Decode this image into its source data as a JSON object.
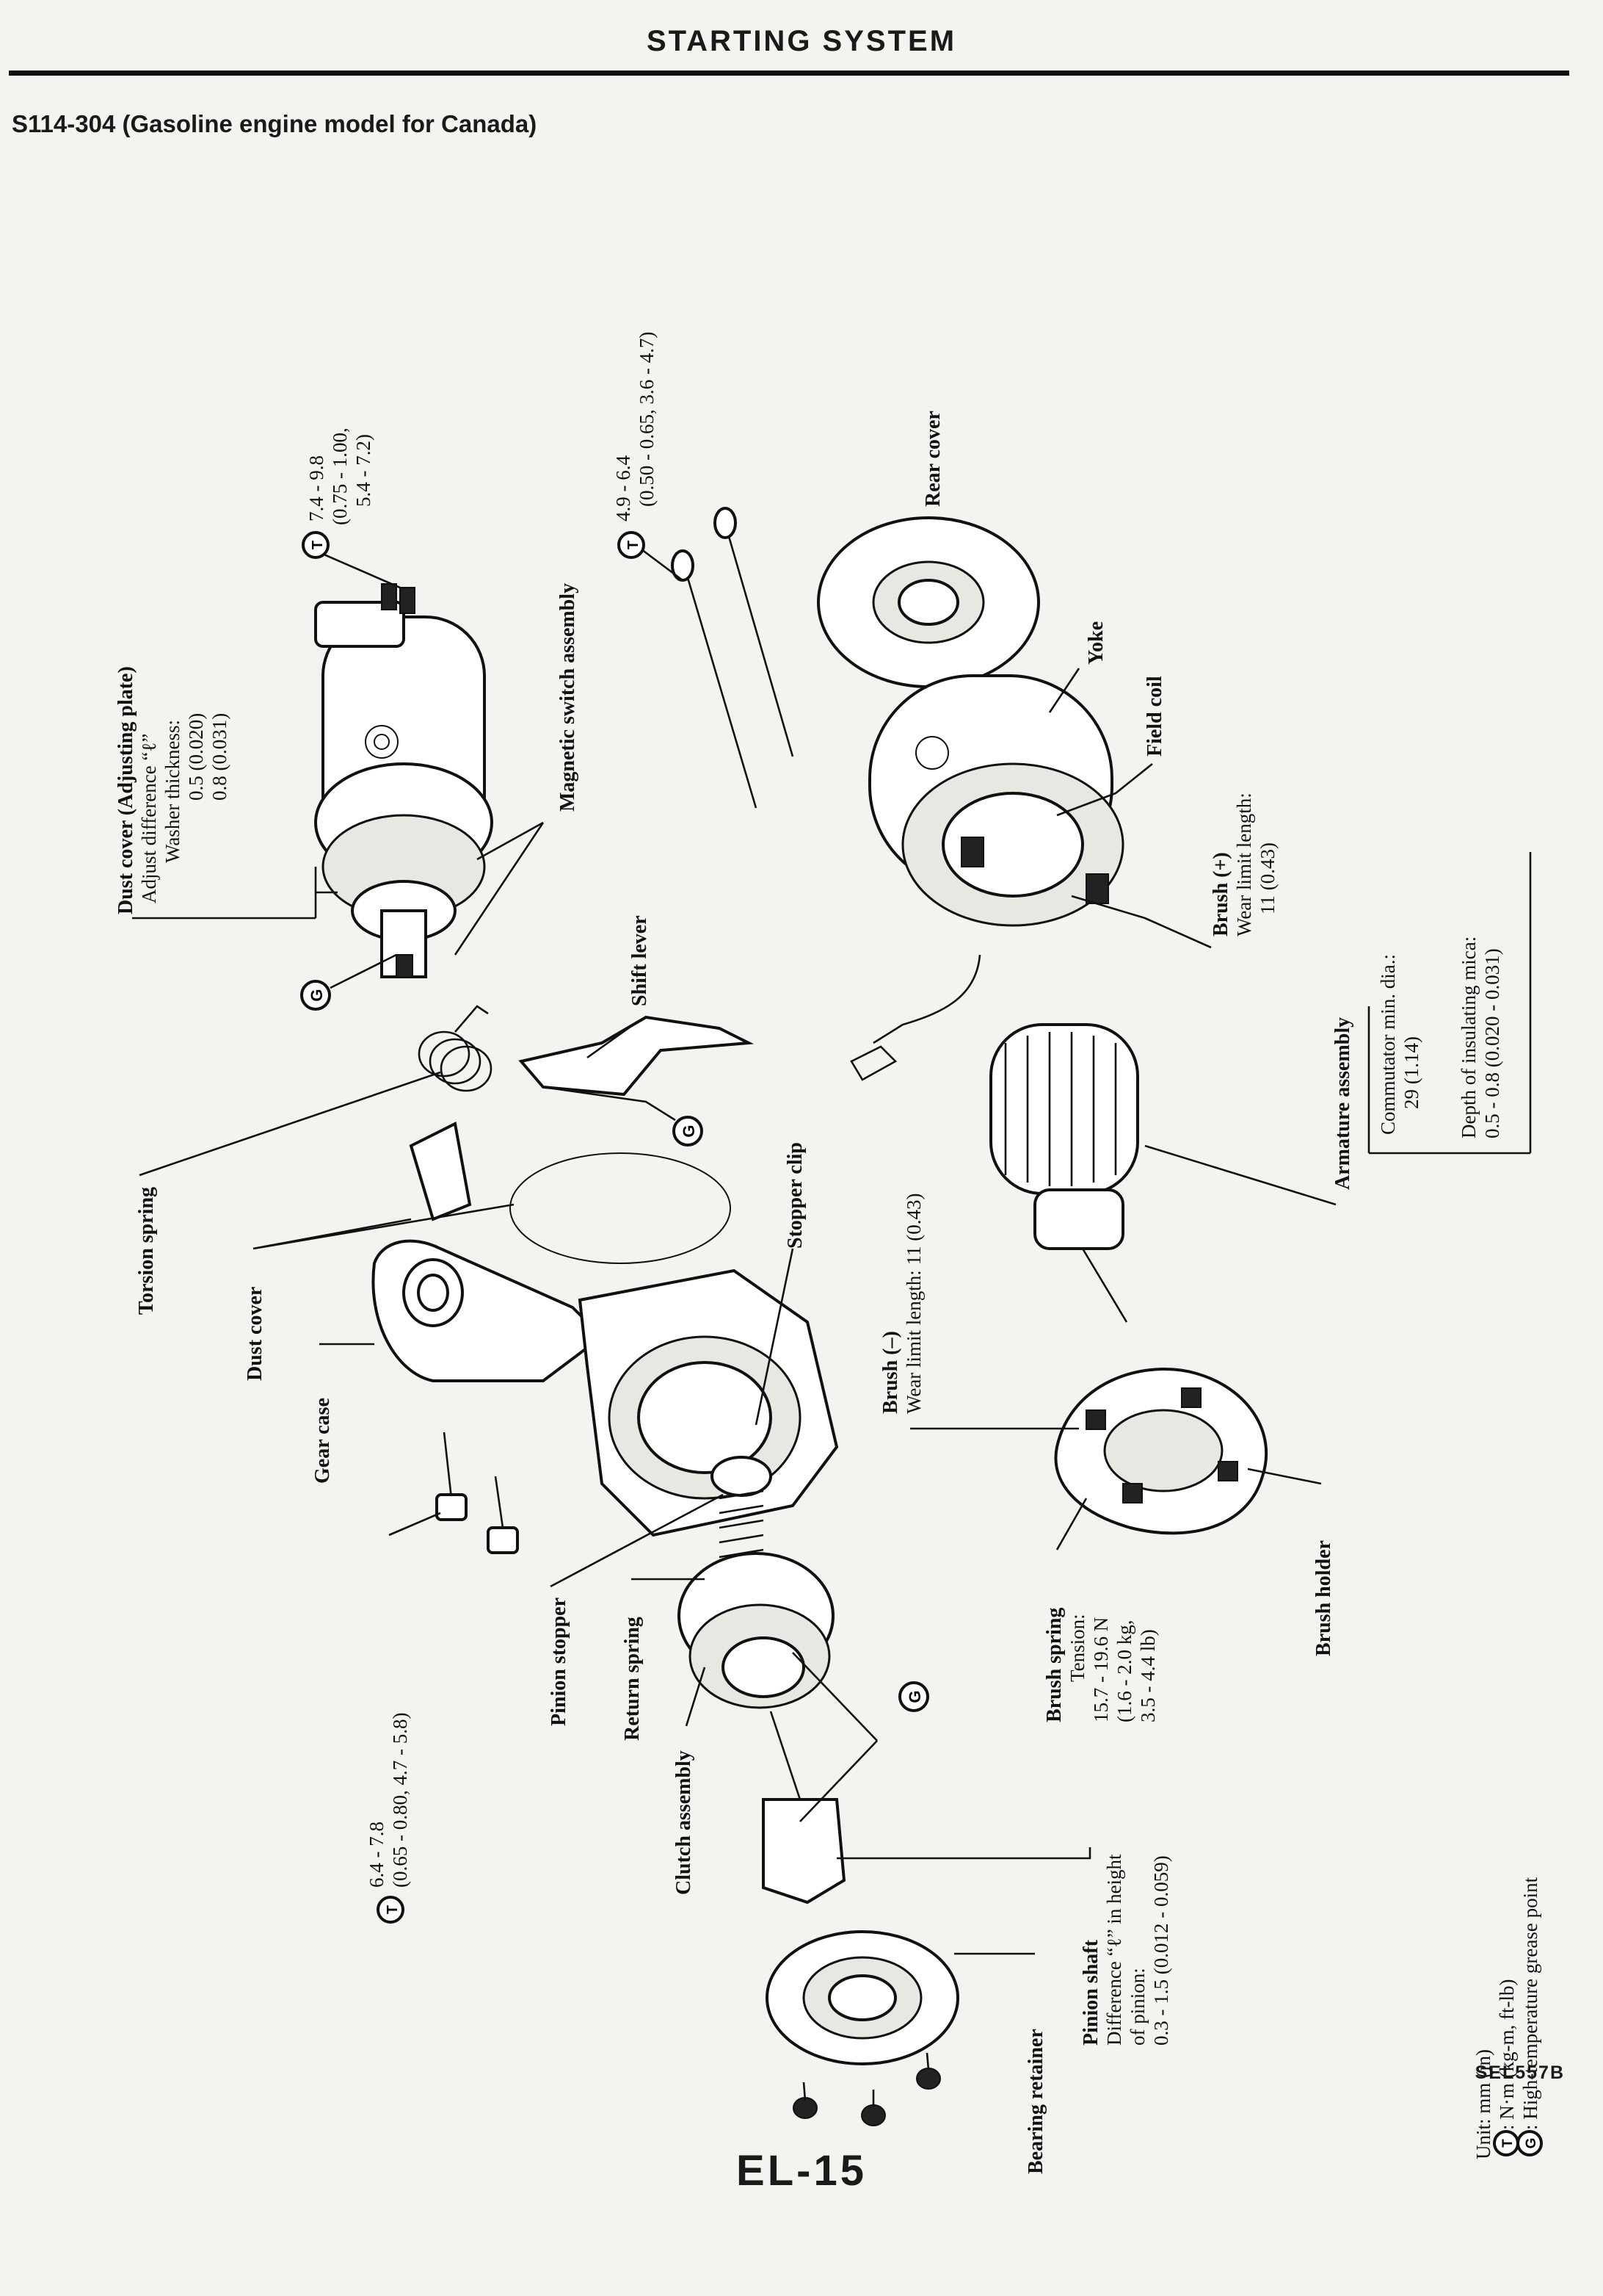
{
  "header": {
    "title": "STARTING SYSTEM"
  },
  "model_title": "S114-304 (Gasoline engine model for Canada)",
  "labels": {
    "dust_cover_top": [
      "Dust cover (Adjusting plate)",
      "Adjust difference “ℓ”",
      "Washer thickness:",
      "0.5 (0.020)",
      "0.8 (0.031)"
    ],
    "magnetic_switch": "Magnetic switch assembly",
    "torque_switch": [
      "7.4 - 9.8",
      "(0.75 - 1.00,",
      "5.4 - 7.2)"
    ],
    "torque_bolts": [
      "4.9 - 6.4",
      "(0.50 - 0.65, 3.6 - 4.7)"
    ],
    "rear_cover": "Rear cover",
    "yoke": "Yoke",
    "field_coil": "Field coil",
    "brush_plus": [
      "Brush (+)",
      "Wear limit length:",
      "11 (0.43)"
    ],
    "commutator": [
      "Commutator min. dia.:",
      "29 (1.14)"
    ],
    "insulating_mica": [
      "Depth of insulating mica:",
      "0.5 - 0.8 (0.020 - 0.031)"
    ],
    "armature": "Armature assembly",
    "shift_lever": "Shift lever",
    "torsion_spring": "Torsion spring",
    "dust_cover": "Dust cover",
    "gear_case": "Gear case",
    "stopper_clip": "Stopper clip",
    "brush_minus": [
      "Brush (–)",
      "Wear limit length: 11 (0.43)"
    ],
    "torque_gearcase": [
      "6.4 - 7.8",
      "(0.65 - 0.80, 4.7 - 5.8)"
    ],
    "pinion_stopper": "Pinion stopper",
    "return_spring": "Return spring",
    "clutch_assembly": "Clutch assembly",
    "brush_spring": [
      "Brush spring",
      "Tension:",
      "15.7 - 19.6 N",
      "(1.6 - 2.0 kg,",
      "3.5 - 4.4 lb)"
    ],
    "brush_holder": "Brush holder",
    "pinion_shaft": [
      "Pinion shaft",
      "Difference “ℓ” in height",
      "of pinion:",
      "0.3 - 1.5 (0.012 - 0.059)"
    ],
    "bearing_retainer": "Bearing retainer",
    "legend": [
      "Unit:  mm (in)",
      ": N·m (kg-m, ft-lb)",
      ": High-temperature grease point"
    ],
    "symbol_t": "T",
    "symbol_g": "G"
  },
  "ref_code": "SEL557B",
  "page_code": "EL-15"
}
